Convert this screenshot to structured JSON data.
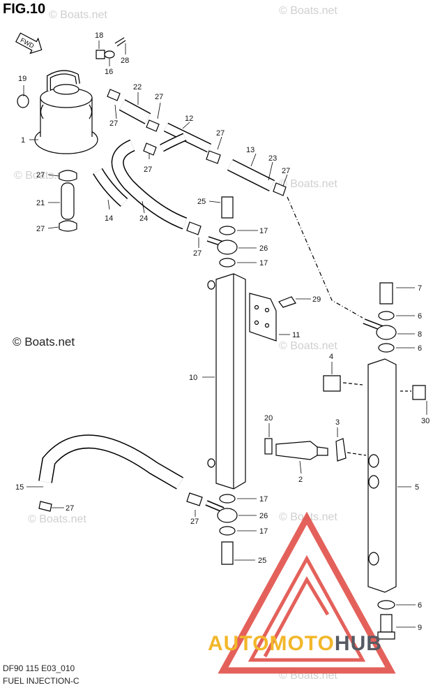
{
  "figure": {
    "title": "FIG.10"
  },
  "footer": {
    "code": "DF90 115 E03_010",
    "caption": "FUEL INJECTION-C"
  },
  "watermark": {
    "text": "© Boats.net",
    "large_text": "© Boats.net"
  },
  "brand": {
    "part1": "AUTOMOTO",
    "part2": "HUB",
    "color1": "#f2b72a",
    "color2": "#555a63",
    "logo_color": "#e0463f"
  },
  "fwd_label": "FWD",
  "callouts": {
    "c1": "1",
    "c2": "2",
    "c3": "3",
    "c4": "4",
    "c5": "5",
    "c6a": "6",
    "c6b": "6",
    "c6c": "6",
    "c7": "7",
    "c8": "8",
    "c9": "9",
    "c10": "10",
    "c11": "11",
    "c12": "12",
    "c13": "13",
    "c14": "14",
    "c15": "15",
    "c16": "16",
    "c17a": "17",
    "c17b": "17",
    "c17c": "17",
    "c17d": "17",
    "c18": "18",
    "c19": "19",
    "c20": "20",
    "c21": "21",
    "c22": "22",
    "c23": "23",
    "c24": "24",
    "c25a": "25",
    "c25b": "25",
    "c26a": "26",
    "c26b": "26",
    "c27a": "27",
    "c27b": "27",
    "c27c": "27",
    "c27d": "27",
    "c27e": "27",
    "c27f": "27",
    "c27g": "27",
    "c27h": "27",
    "c27i": "27",
    "c27j": "27",
    "c27k": "27",
    "c28": "28",
    "c29": "29",
    "c30": "30"
  }
}
